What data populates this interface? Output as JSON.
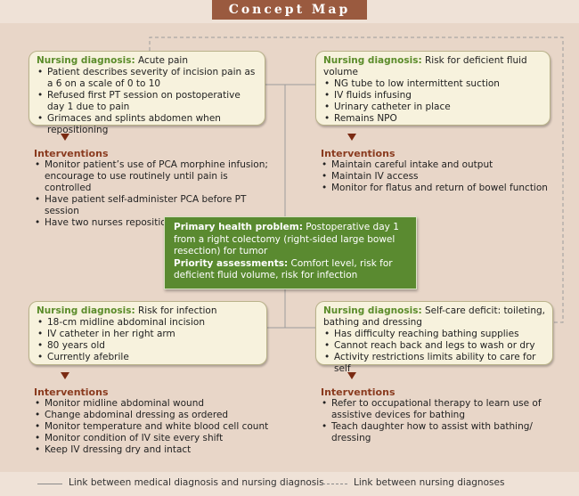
{
  "title": "Concept Map",
  "colors": {
    "title_bg": "#9a5a3f",
    "diagnosis_label": "#5b8c2a",
    "interventions_label": "#8a3b1f",
    "center_bg": "#5a8a30"
  },
  "diag1": {
    "label": "Nursing diagnosis:",
    "text": " Acute pain",
    "items": [
      "Patient describes severity of incision pain as a 6 on a scale of 0 to 10",
      "Refused first PT session on postoperative day 1 due to pain",
      "Grimaces and splints abdomen when repositioning"
    ]
  },
  "int1": {
    "label": "Interventions",
    "items": [
      "Monitor patient’s use of PCA morphine infusion; encourage to use routinely until pain is controlled",
      "Have patient self-administer PCA before PT session",
      "Have two nurses reposition patient routinely"
    ]
  },
  "diag2": {
    "label": "Nursing diagnosis:",
    "text": " Risk for deficient fluid volume",
    "items": [
      "NG tube to low intermittent suction",
      "IV fluids infusing",
      "Urinary catheter in place",
      "Remains NPO"
    ]
  },
  "int2": {
    "label": "Interventions",
    "items": [
      "Maintain careful intake and output",
      "Maintain IV access",
      "Monitor for flatus and return of bowel function"
    ]
  },
  "center": {
    "problem_label": "Primary health problem:",
    "problem_text": " Postoperative day 1 from a right colectomy (right-sided large bowel resection) for tumor",
    "assess_label": "Priority assessments:",
    "assess_text": " Comfort level, risk for deficient fluid volume, risk for infection"
  },
  "diag3": {
    "label": "Nursing diagnosis:",
    "text": " Risk for infection",
    "items": [
      "18-cm midline abdominal incision",
      "IV catheter in her right arm",
      "80 years old",
      "Currently afebrile"
    ]
  },
  "int3": {
    "label": "Interventions",
    "items": [
      "Monitor midline abdominal wound",
      "Change abdominal dressing as ordered",
      "Monitor temperature and white blood cell count",
      "Monitor condition of IV site every shift",
      "Keep IV dressing dry and intact"
    ]
  },
  "diag4": {
    "label": "Nursing diagnosis:",
    "text": " Self-care deficit: toileting, bathing and dressing",
    "items": [
      "Has difficulty reaching bathing supplies",
      "Cannot reach back and legs to wash or dry",
      "Activity restrictions limits ability to care for self"
    ]
  },
  "int4": {
    "label": "Interventions",
    "items": [
      "Refer to occupational therapy to learn use of assistive devices for bathing",
      "Teach daughter how to assist with bathing/ dressing"
    ]
  },
  "legend": {
    "solid": "Link between medical diagnosis and nursing diagnosis",
    "dashed": "Link between nursing diagnoses"
  }
}
